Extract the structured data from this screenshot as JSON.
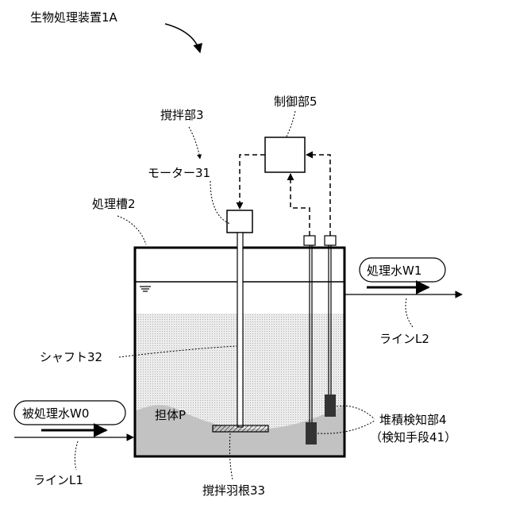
{
  "colors": {
    "line": "#000000",
    "background": "#ffffff",
    "water": "#e4e4e4",
    "sediment": "#c4c4c4",
    "sensor": "#333333"
  },
  "labels": {
    "apparatus": "生物処理装置1A",
    "stirring_unit": "撹拌部3",
    "control_unit": "制御部5",
    "motor": "モーター31",
    "tank": "処理槽2",
    "shaft": "シャフト32",
    "carrier": "担体P",
    "impeller": "撹拌羽根33",
    "detector": "堆積検知部4",
    "detector_means": "（検知手段41）",
    "treated_water": "処理水W1",
    "line_out": "ラインL2",
    "raw_water": "被処理水W0",
    "line_in": "ラインL1"
  },
  "icons": {
    "water_level": "water-level-icon"
  }
}
